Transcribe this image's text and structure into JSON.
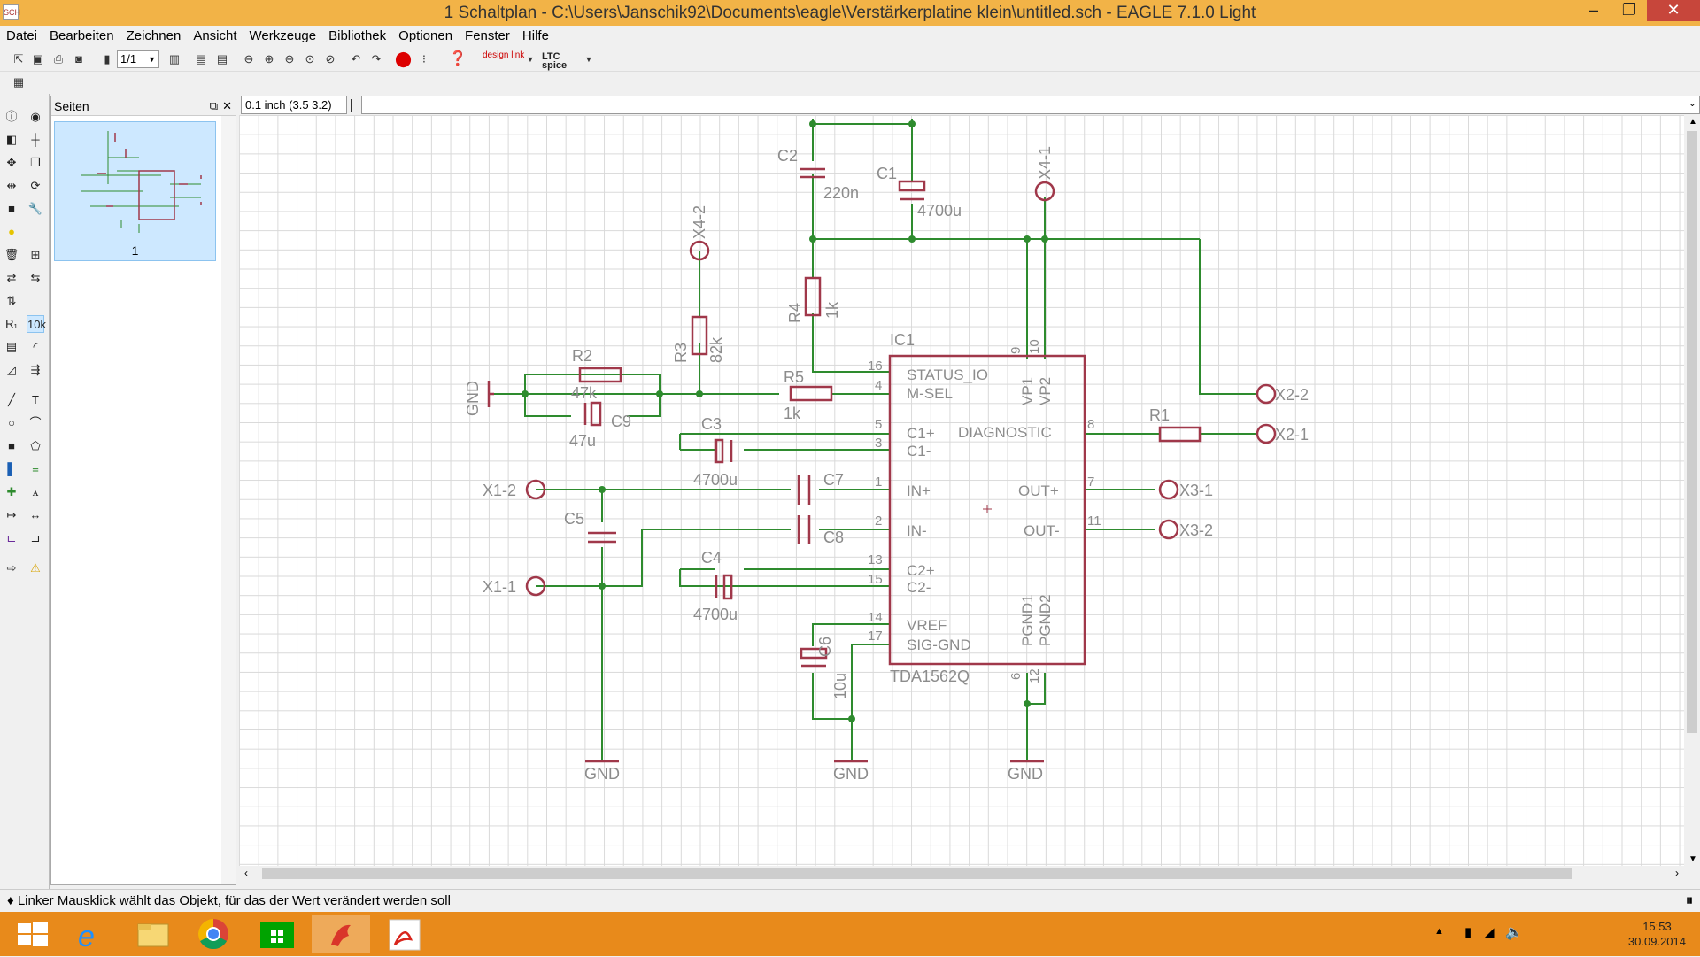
{
  "window": {
    "title": "1 Schaltplan - C:\\Users\\Janschik92\\Documents\\eagle\\Verstärkerplatine klein\\untitled.sch - EAGLE 7.1.0 Light",
    "app_icon": "eagle-sch-icon",
    "minimize_glyph": "–",
    "maximize_glyph": "❐",
    "close_glyph": "✕"
  },
  "menu": [
    "Datei",
    "Bearbeiten",
    "Zeichnen",
    "Ansicht",
    "Werkzeuge",
    "Bibliothek",
    "Optionen",
    "Fenster",
    "Hilfe"
  ],
  "toolbar": {
    "sheet_select": "1/1",
    "design_link_label": "design link",
    "ltc_label": "LTC spice"
  },
  "panel": {
    "title": "Seiten",
    "float_glyph": "⧉",
    "close_glyph": "✕",
    "page_label": "1"
  },
  "grid_field": "0.1 inch (3.5 3.2)",
  "command_field": "",
  "status_text": "♦ Linker Mausklick wählt das Objekt, für das der Wert verändert werden soll",
  "clock": {
    "time": "15:53",
    "date": "30.09.2014"
  },
  "colors": {
    "wire": "#2e8b2e",
    "symbol": "#a0384a",
    "text": "#8c8c8c",
    "titlebar": "#f2b347",
    "taskbar": "#e88a1b",
    "close": "#c7463b"
  },
  "schematic": {
    "components": {
      "C2": {
        "name": "C2",
        "value": "220n"
      },
      "C1": {
        "name": "C1",
        "value": "4700u"
      },
      "X4_2": {
        "name": "X4-2"
      },
      "X4_1": {
        "name": "X4-1"
      },
      "R4": {
        "name": "R4",
        "value": "1k"
      },
      "R3": {
        "name": "R3",
        "value": "82k"
      },
      "R2": {
        "name": "R2",
        "value": "47k"
      },
      "C9": {
        "name": "C9",
        "value": "47u"
      },
      "R5": {
        "name": "R5",
        "value": "1k"
      },
      "C3": {
        "name": "C3",
        "value": "4700u"
      },
      "C7": {
        "name": "C7"
      },
      "C8": {
        "name": "C8"
      },
      "C5": {
        "name": "C5"
      },
      "C4": {
        "name": "C4",
        "value": "4700u"
      },
      "C6": {
        "name": "C6",
        "value": "10u"
      },
      "R1": {
        "name": "R1"
      },
      "X1_2": {
        "name": "X1-2"
      },
      "X1_1": {
        "name": "X1-1"
      },
      "X2_2": {
        "name": "X2-2"
      },
      "X2_1": {
        "name": "X2-1"
      },
      "X3_1": {
        "name": "X3-1"
      },
      "X3_2": {
        "name": "X3-2"
      },
      "GND_left": {
        "name": "GND"
      },
      "GND1": {
        "name": "GND"
      },
      "GND2": {
        "name": "GND"
      },
      "GND3": {
        "name": "GND"
      }
    },
    "ic": {
      "name": "IC1",
      "value": "TDA1562Q",
      "pins_left": [
        {
          "num": "16",
          "label": "STATUS_IO"
        },
        {
          "num": "4",
          "label": "M-SEL"
        },
        {
          "num": "5",
          "label": "C1+"
        },
        {
          "num": "3",
          "label": "C1-"
        },
        {
          "num": "1",
          "label": "IN+"
        },
        {
          "num": "2",
          "label": "IN-"
        },
        {
          "num": "13",
          "label": "C2+"
        },
        {
          "num": "15",
          "label": "C2-"
        },
        {
          "num": "14",
          "label": "VREF"
        },
        {
          "num": "17",
          "label": "SIG-GND"
        }
      ],
      "pins_right": [
        {
          "num": "8",
          "label": "DIAGNOSTIC"
        },
        {
          "num": "7",
          "label": "OUT+"
        },
        {
          "num": "11",
          "label": "OUT-"
        }
      ],
      "pins_top": [
        {
          "num": "9",
          "label": "VP1"
        },
        {
          "num": "10",
          "label": "VP2"
        }
      ],
      "pins_bottom": [
        {
          "num": "6",
          "label": "PGND1"
        },
        {
          "num": "12",
          "label": "PGND2"
        }
      ]
    }
  }
}
